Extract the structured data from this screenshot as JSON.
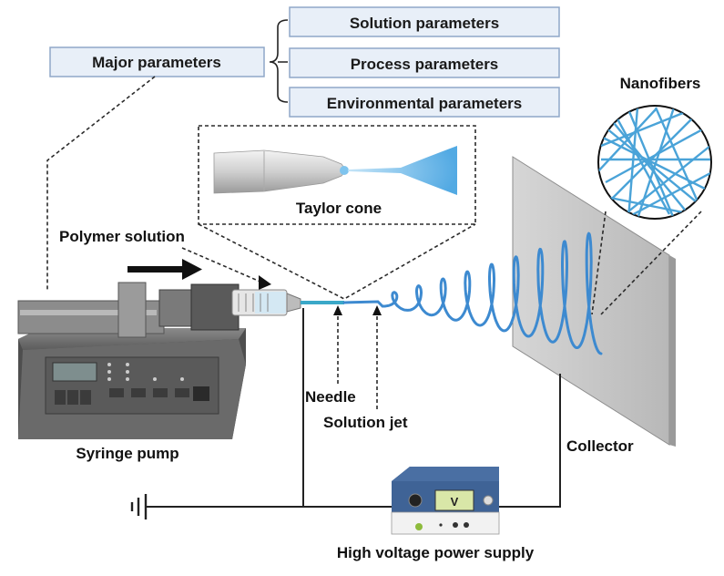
{
  "labels": {
    "major_parameters": "Major parameters",
    "solution_parameters": "Solution parameters",
    "process_parameters": "Process parameters",
    "environmental_parameters": "Environmental parameters",
    "nanofibers": "Nanofibers",
    "taylor_cone": "Taylor cone",
    "polymer_solution": "Polymer solution",
    "needle": "Needle",
    "solution_jet": "Solution jet",
    "syringe_pump": "Syringe pump",
    "collector": "Collector",
    "power_supply": "High voltage power supply",
    "voltmeter_unit": "V"
  },
  "colors": {
    "box_fill": "#e8eff8",
    "box_border": "#8fa7c8",
    "jet_blue": "#3d8ad0",
    "fiber_blue": "#4aa3d8",
    "collector_gray": "#c9c9c9",
    "pump_body": "#6b6b6b",
    "power_supply_blue": "#2f4f7f"
  }
}
